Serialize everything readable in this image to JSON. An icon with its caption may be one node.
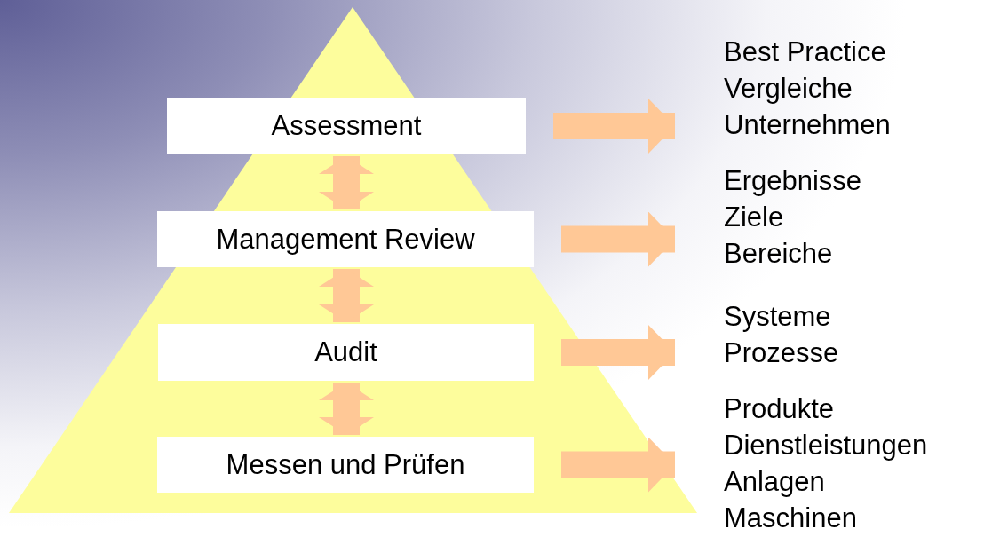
{
  "diagram": {
    "nodes": [
      {
        "text": [],
        "shape": "triangle"
      },
      {
        "text": [
          "Assessment"
        ],
        "in": 0
      },
      {
        "text": [
          "Management Review"
        ],
        "in": 0
      },
      {
        "text": [
          "Audit"
        ],
        "in": 0
      },
      {
        "text": [
          "Messen und Prüfen"
        ],
        "in": 0
      },
      {
        "text": [
          "Best Practice",
          "Vergleiche",
          "Unternehmen"
        ]
      },
      {
        "text": [
          "Ergebnisse",
          "Ziele",
          "Bereiche"
        ]
      },
      {
        "text": [
          "Systeme",
          "Prozesse"
        ]
      },
      {
        "text": [
          "Produkte",
          "Dienstleistungen",
          "Anlagen",
          "Maschinen"
        ]
      }
    ],
    "edges": [
      {
        "from": 1,
        "to": 2,
        "arrow": "both",
        "color": "#ffc896"
      },
      {
        "from": 2,
        "to": 3,
        "arrow": "both",
        "color": "#ffc896"
      },
      {
        "from": 3,
        "to": 4,
        "arrow": "both",
        "color": "#ffc896"
      },
      {
        "from": 1,
        "to": 5,
        "arrow": "to",
        "color": "#ffc896"
      },
      {
        "from": 2,
        "to": 6,
        "arrow": "to",
        "color": "#ffc896"
      },
      {
        "from": 3,
        "to": 7,
        "arrow": "to",
        "color": "#ffc896"
      },
      {
        "from": 4,
        "to": 8,
        "arrow": "to",
        "color": "#ffc896"
      }
    ]
  }
}
